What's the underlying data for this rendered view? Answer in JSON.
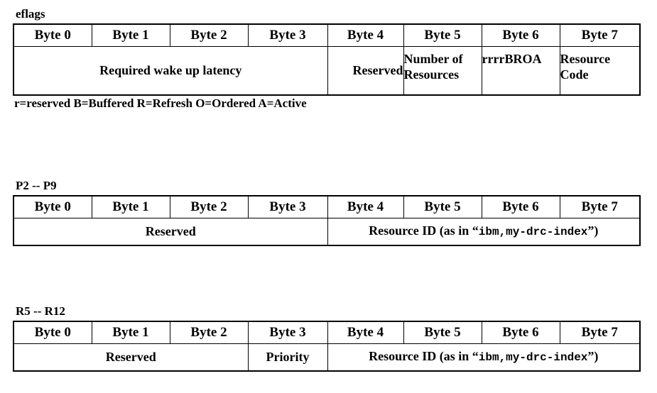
{
  "page": {
    "background": "#ffffff",
    "ink": "#000000"
  },
  "byte_headers": [
    "Byte 0",
    "Byte 1",
    "Byte 2",
    "Byte 3",
    "Byte 4",
    "Byte 5",
    "Byte 6",
    "Byte 7"
  ],
  "sections": [
    {
      "id": "eflags",
      "title": "eflags",
      "fields": [
        {
          "label": "Required wake up latency",
          "bytes": "0-3",
          "align": "center"
        },
        {
          "label": "Reserved",
          "bytes": "4",
          "align": "right"
        },
        {
          "label": "Number of Resources",
          "bytes": "5",
          "align": "left"
        },
        {
          "label": "rrrrBROA",
          "bytes": "6",
          "align": "left"
        },
        {
          "label": "Resource Code",
          "bytes": "7",
          "align": "left"
        }
      ],
      "legend": "r=reserved B=Buffered R=Refresh O=Ordered A=Active"
    },
    {
      "id": "p2-p9",
      "title": "P2 -- P9",
      "fields": [
        {
          "label": "Reserved",
          "bytes": "0-3",
          "align": "center"
        },
        {
          "label_prefix": "Resource ID (as in “",
          "label_mono": "ibm,my-drc-index",
          "label_suffix": "”)",
          "bytes": "4-7",
          "align": "center"
        }
      ],
      "legend": ""
    },
    {
      "id": "r5-r12",
      "title": "R5 -- R12",
      "fields": [
        {
          "label": "Reserved",
          "bytes": "0-2",
          "align": "center"
        },
        {
          "label": "Priority",
          "bytes": "3",
          "align": "center"
        },
        {
          "label_prefix": "Resource ID (as in “",
          "label_mono": "ibm,my-drc-index",
          "label_suffix": "”)",
          "bytes": "4-7",
          "align": "center"
        }
      ],
      "legend": ""
    }
  ]
}
